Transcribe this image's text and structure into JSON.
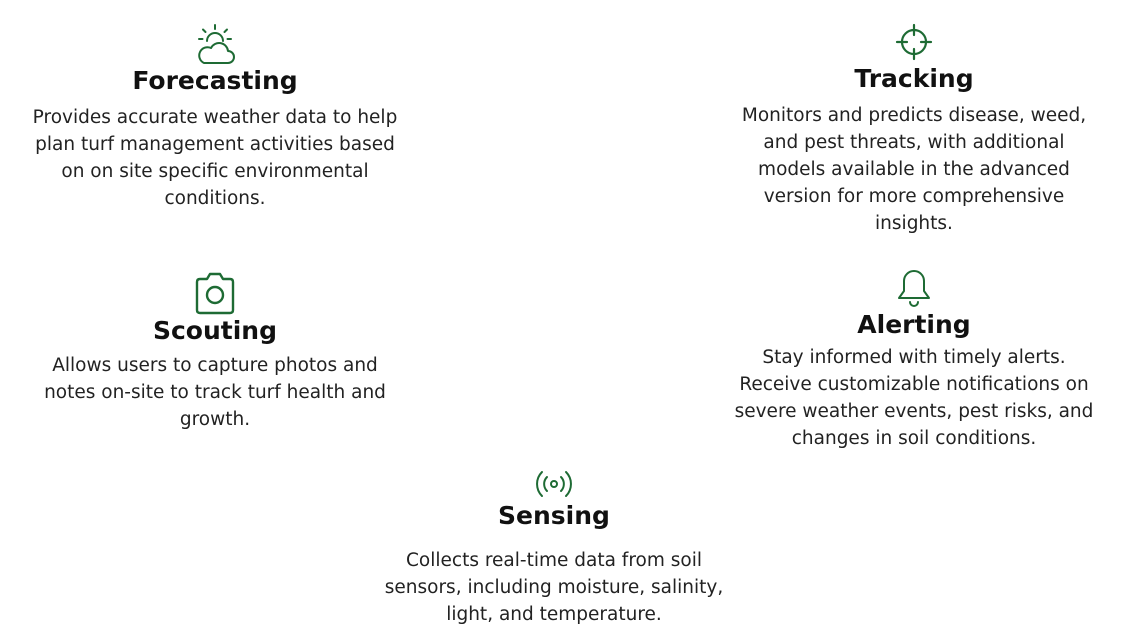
{
  "theme": {
    "accent": "#1e6b34",
    "text": "#222222",
    "background": "#ffffff"
  },
  "features": {
    "forecasting": {
      "icon": "weather-sun-cloud-icon",
      "title": "Forecasting",
      "description": "Provides accurate weather data to help plan turf management activities based on on site specific environmental conditions."
    },
    "tracking": {
      "icon": "crosshair-target-icon",
      "title": "Tracking",
      "description": "Monitors and predicts disease, weed, and pest threats, with additional models available in the advanced version for more comprehensive insights."
    },
    "scouting": {
      "icon": "camera-icon",
      "title": "Scouting",
      "description": "Allows users to capture photos and notes on-site to track turf health and growth."
    },
    "alerting": {
      "icon": "bell-icon",
      "title": "Alerting",
      "description": "Stay informed with timely alerts. Receive customizable notifications on severe weather events, pest risks, and changes in soil conditions."
    },
    "sensing": {
      "icon": "sensor-signal-icon",
      "title": "Sensing",
      "description": "Collects real-time data from soil sensors, including moisture, salinity, light, and temperature."
    }
  }
}
